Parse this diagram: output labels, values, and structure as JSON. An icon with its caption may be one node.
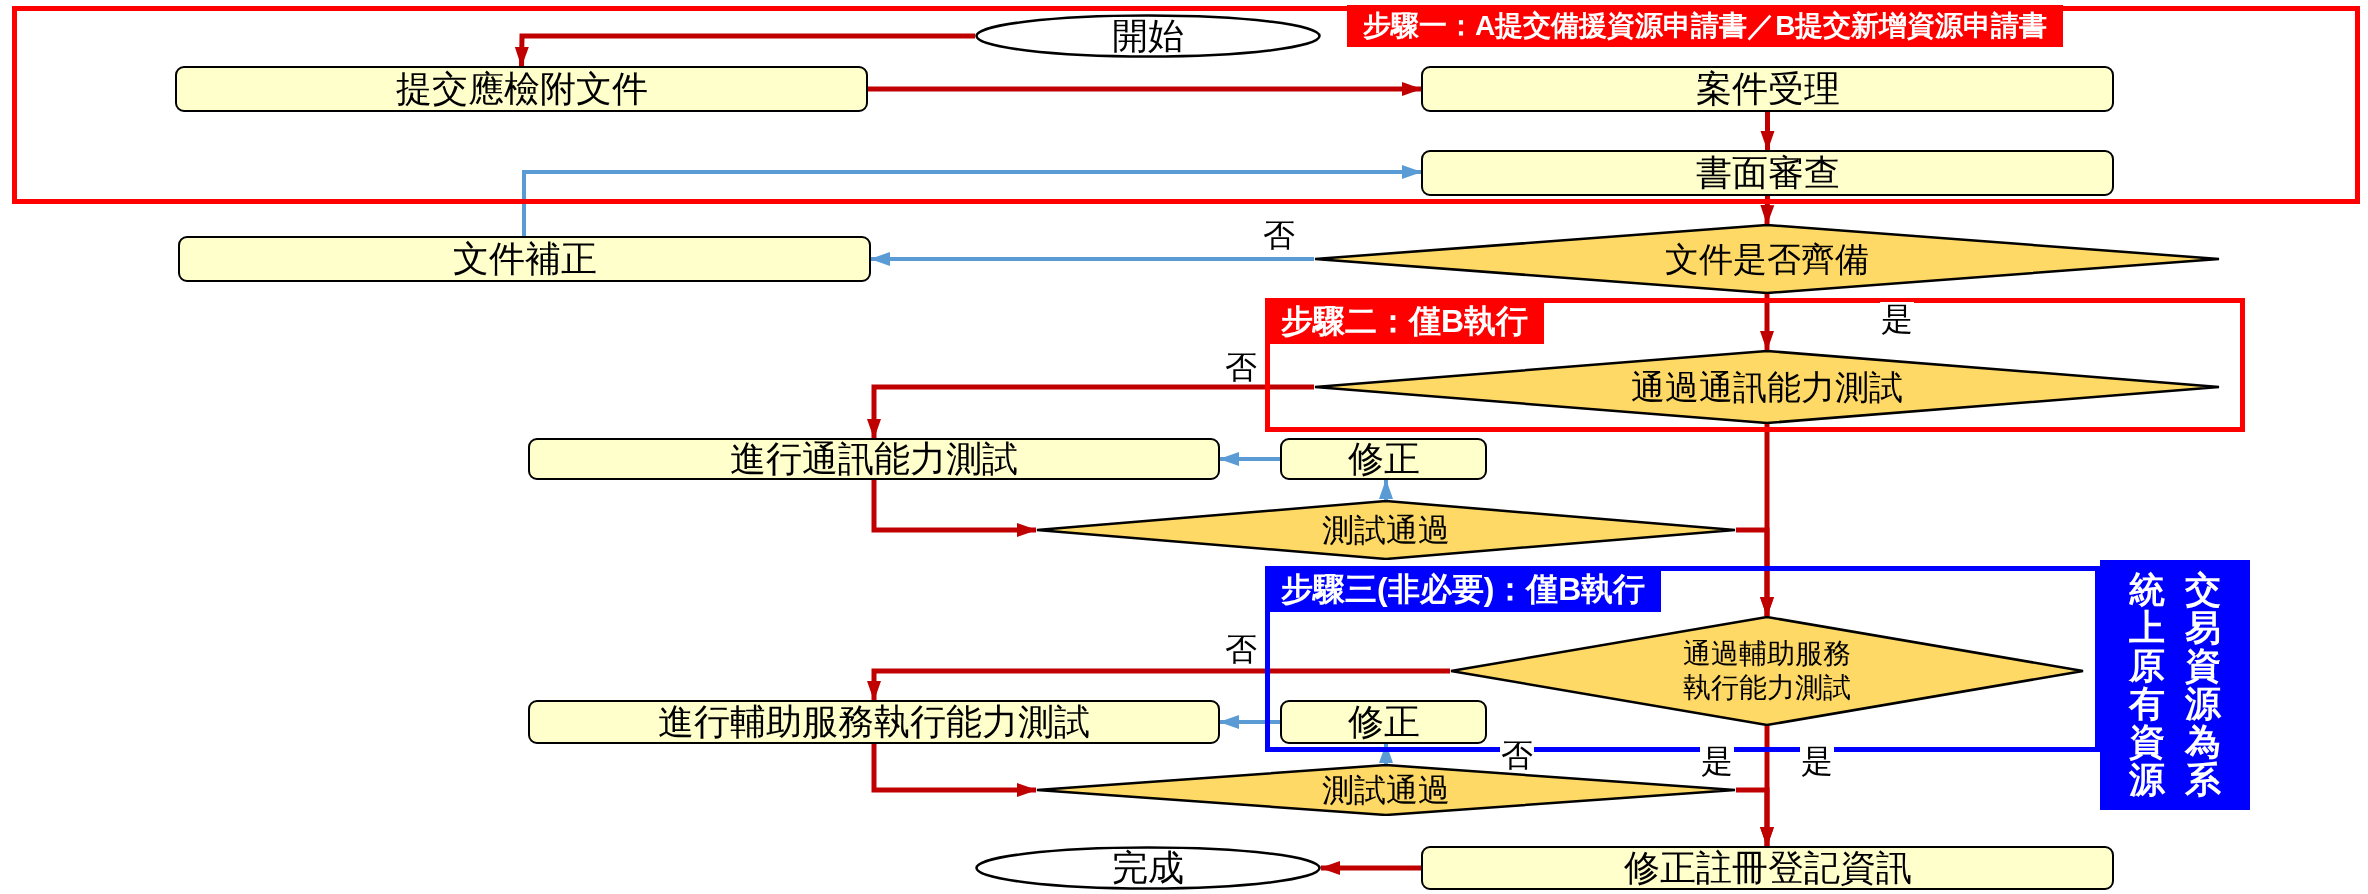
{
  "diagram": {
    "nodes": [
      {
        "text": [
          "步驟一：A提交備援資源申請書／B提交新增資源申請書"
        ]
      },
      {
        "text": [
          "開始"
        ],
        "in": 0
      },
      {
        "text": [
          "提交應檢附文件"
        ],
        "in": 0
      },
      {
        "text": [
          "案件受理"
        ],
        "in": 0
      },
      {
        "text": [
          "書面審查"
        ],
        "in": 0
      },
      {
        "text": [
          "文件補正"
        ]
      },
      {
        "text": [
          "文件是否齊備"
        ]
      },
      {
        "text": [
          "步驟二：僅B執行"
        ]
      },
      {
        "text": [
          "通過通訊能力測試"
        ],
        "in": 7
      },
      {
        "text": [
          "進行通訊能力測試"
        ]
      },
      {
        "text": [
          "修正"
        ]
      },
      {
        "text": [
          "測試通過"
        ]
      },
      {
        "text": [
          "步驟三(非必要)：僅B執行"
        ]
      },
      {
        "text": [
          "交易資源為系統上原有資源"
        ]
      },
      {
        "text": [
          "通過輔助服務執行能力測試"
        ],
        "in": 12
      },
      {
        "text": [
          "進行輔助服務執行能力測試"
        ]
      },
      {
        "text": [
          "修正"
        ],
        "in": 12
      },
      {
        "text": [
          "測試通過"
        ]
      },
      {
        "text": [
          "完成"
        ]
      },
      {
        "text": [
          "修正註冊登記資訊"
        ]
      }
    ],
    "edges": [
      {
        "from": 1,
        "to": 2,
        "arrow": "to"
      },
      {
        "from": 2,
        "to": 3,
        "arrow": "to"
      },
      {
        "from": 3,
        "to": 4,
        "arrow": "to"
      },
      {
        "from": 4,
        "to": 6,
        "arrow": "to"
      },
      {
        "from": 6,
        "to": 5,
        "arrow": "to",
        "label": "否",
        "color": "#5b9bd5"
      },
      {
        "from": 5,
        "to": 4,
        "arrow": "to",
        "color": "#5b9bd5"
      },
      {
        "from": 6,
        "to": 8,
        "arrow": "to",
        "label": "是"
      },
      {
        "from": 8,
        "to": 9,
        "arrow": "to",
        "label": "否"
      },
      {
        "from": 9,
        "to": 11,
        "arrow": "to"
      },
      {
        "from": 11,
        "to": 10,
        "arrow": "to",
        "color": "#5b9bd5"
      },
      {
        "from": 10,
        "to": 9,
        "arrow": "to",
        "color": "#5b9bd5"
      },
      {
        "from": 8,
        "to": 14,
        "arrow": "to"
      },
      {
        "from": 11,
        "to": 14,
        "arrow": "to"
      },
      {
        "from": 14,
        "to": 15,
        "arrow": "to",
        "label": "否"
      },
      {
        "from": 15,
        "to": 17,
        "arrow": "to"
      },
      {
        "from": 17,
        "to": 16,
        "arrow": "to",
        "label": "否",
        "color": "#5b9bd5"
      },
      {
        "from": 16,
        "to": 15,
        "arrow": "to",
        "color": "#5b9bd5"
      },
      {
        "from": 17,
        "to": 19,
        "arrow": "to",
        "label": "是"
      },
      {
        "from": 14,
        "to": 19,
        "arrow": "to",
        "label": "是"
      },
      {
        "from": 19,
        "to": 18,
        "arrow": "to"
      }
    ]
  }
}
